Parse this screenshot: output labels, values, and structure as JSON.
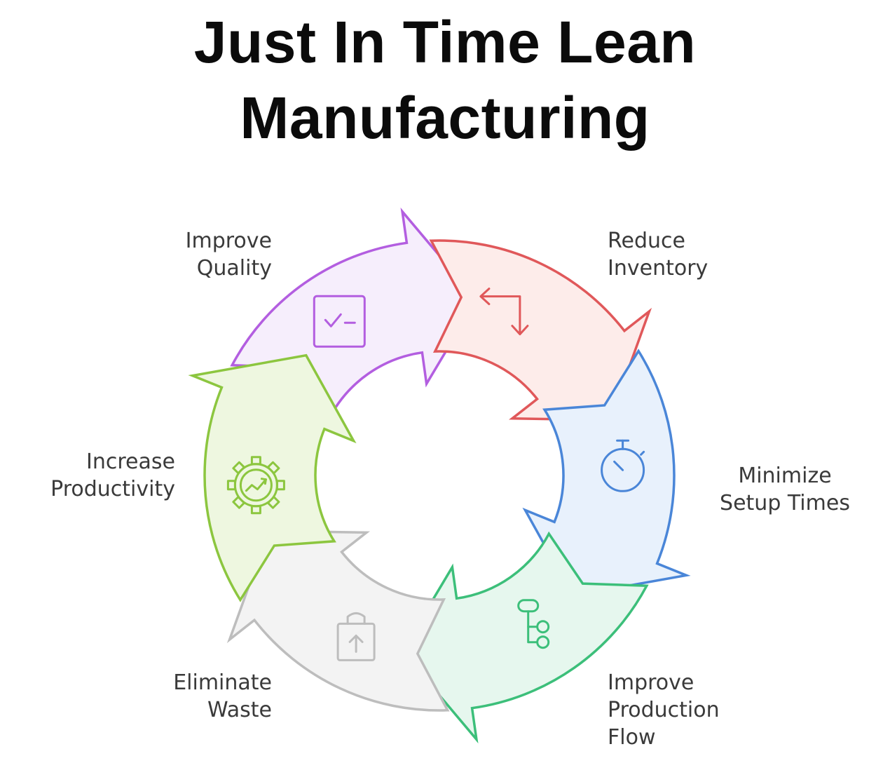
{
  "title": {
    "line1": "Just In Time Lean",
    "line2": "Manufacturing"
  },
  "steps": [
    {
      "label_lines": [
        "Improve",
        "Quality"
      ],
      "icon": "checklist-icon",
      "stroke": "#b35ee0",
      "fill": "#f6eefc"
    },
    {
      "label_lines": [
        "Reduce",
        "Inventory"
      ],
      "icon": "swap-arrows-icon",
      "stroke": "#e0585a",
      "fill": "#fdecea"
    },
    {
      "label_lines": [
        "Minimize",
        "Setup Times"
      ],
      "icon": "stopwatch-icon",
      "stroke": "#4a86d8",
      "fill": "#e8f1fc"
    },
    {
      "label_lines": [
        "Improve",
        "Production",
        "Flow"
      ],
      "icon": "flow-tree-icon",
      "stroke": "#3cbf7a",
      "fill": "#e6f7ee"
    },
    {
      "label_lines": [
        "Eliminate",
        "Waste"
      ],
      "icon": "trash-bag-icon",
      "stroke": "#bdbdbd",
      "fill": "#f3f3f3"
    },
    {
      "label_lines": [
        "Increase",
        "Productivity"
      ],
      "icon": "gear-chart-icon",
      "stroke": "#8cc63f",
      "fill": "#eef7e0"
    }
  ]
}
